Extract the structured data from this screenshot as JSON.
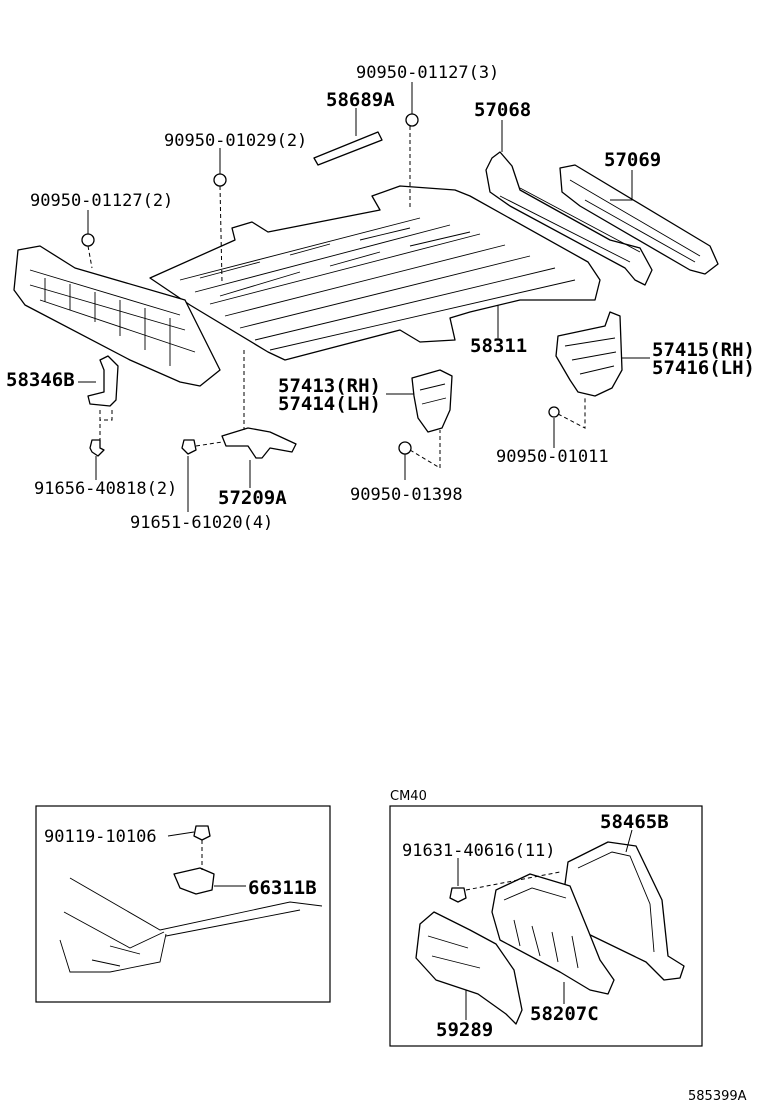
{
  "diagram_id": "585399A",
  "variant_label": "CM40",
  "main_parts": [
    {
      "id": "90950-01127-3",
      "text": "90950-01127(3)"
    },
    {
      "id": "58689A",
      "text": "58689A"
    },
    {
      "id": "57068",
      "text": "57068"
    },
    {
      "id": "57069",
      "text": "57069"
    },
    {
      "id": "90950-01029",
      "text": "90950-01029(2)"
    },
    {
      "id": "90950-01127-2",
      "text": "90950-01127(2)"
    },
    {
      "id": "58311",
      "text": "58311"
    },
    {
      "id": "57415",
      "text": "57415(RH)"
    },
    {
      "id": "57416",
      "text": "57416(LH)"
    },
    {
      "id": "58346B",
      "text": "58346B"
    },
    {
      "id": "57413",
      "text": "57413(RH)"
    },
    {
      "id": "57414",
      "text": "57414(LH)"
    },
    {
      "id": "90950-01011",
      "text": "90950-01011"
    },
    {
      "id": "91656-40818",
      "text": "91656-40818(2)"
    },
    {
      "id": "57209A",
      "text": "57209A"
    },
    {
      "id": "90950-01398",
      "text": "90950-01398"
    },
    {
      "id": "91651-61020",
      "text": "91651-61020(4)"
    }
  ],
  "inset_left_parts": [
    {
      "id": "90119-10106",
      "text": "90119-10106"
    },
    {
      "id": "66311B",
      "text": "66311B"
    }
  ],
  "inset_right_parts": [
    {
      "id": "58465B",
      "text": "58465B"
    },
    {
      "id": "91631-40616",
      "text": "91631-40616(11)"
    },
    {
      "id": "58207C",
      "text": "58207C"
    },
    {
      "id": "59289",
      "text": "59289"
    }
  ]
}
